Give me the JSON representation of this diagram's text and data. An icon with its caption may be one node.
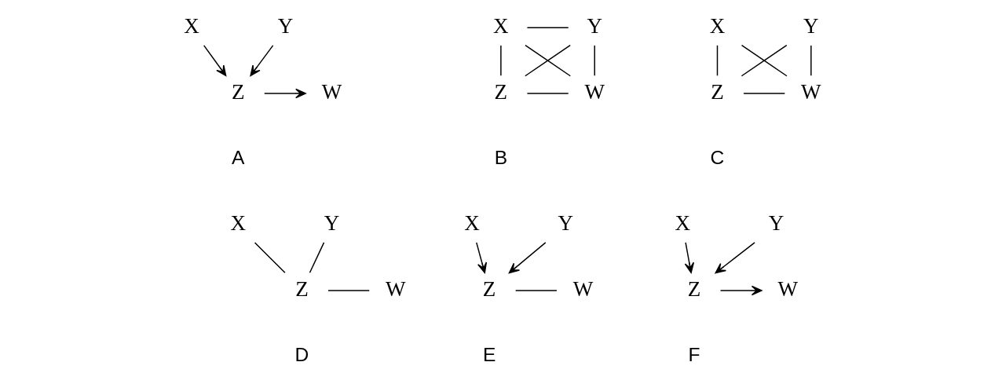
{
  "diagram": {
    "nodes": [
      {
        "text": [
          "X"
        ]
      },
      {
        "text": [
          "Y"
        ]
      },
      {
        "text": [
          "Z"
        ]
      },
      {
        "text": [
          "W"
        ]
      },
      {
        "text": [
          "X"
        ]
      },
      {
        "text": [
          "Y"
        ]
      },
      {
        "text": [
          "Z"
        ]
      },
      {
        "text": [
          "W"
        ]
      },
      {
        "text": [
          "X"
        ]
      },
      {
        "text": [
          "Y"
        ]
      },
      {
        "text": [
          "Z"
        ]
      },
      {
        "text": [
          "W"
        ]
      },
      {
        "text": [
          "X"
        ]
      },
      {
        "text": [
          "Y"
        ]
      },
      {
        "text": [
          "Z"
        ]
      },
      {
        "text": [
          "W"
        ]
      },
      {
        "text": [
          "X"
        ]
      },
      {
        "text": [
          "Y"
        ]
      },
      {
        "text": [
          "Z"
        ]
      },
      {
        "text": [
          "W"
        ]
      },
      {
        "text": [
          "X"
        ]
      },
      {
        "text": [
          "Y"
        ]
      },
      {
        "text": [
          "Z"
        ]
      },
      {
        "text": [
          "W"
        ]
      }
    ],
    "edges": [
      {
        "from": 0,
        "to": 2,
        "arrow": "to"
      },
      {
        "from": 1,
        "to": 2,
        "arrow": "to"
      },
      {
        "from": 2,
        "to": 3,
        "arrow": "to"
      },
      {
        "from": 4,
        "to": 5,
        "arrow": "none"
      },
      {
        "from": 4,
        "to": 6,
        "arrow": "none"
      },
      {
        "from": 4,
        "to": 7,
        "arrow": "none"
      },
      {
        "from": 5,
        "to": 6,
        "arrow": "none"
      },
      {
        "from": 5,
        "to": 7,
        "arrow": "none"
      },
      {
        "from": 6,
        "to": 7,
        "arrow": "none"
      },
      {
        "from": 8,
        "to": 10,
        "arrow": "none"
      },
      {
        "from": 8,
        "to": 11,
        "arrow": "none"
      },
      {
        "from": 9,
        "to": 10,
        "arrow": "none"
      },
      {
        "from": 9,
        "to": 11,
        "arrow": "none"
      },
      {
        "from": 10,
        "to": 11,
        "arrow": "none"
      },
      {
        "from": 12,
        "to": 14,
        "arrow": "none"
      },
      {
        "from": 13,
        "to": 14,
        "arrow": "none"
      },
      {
        "from": 14,
        "to": 15,
        "arrow": "none"
      },
      {
        "from": 16,
        "to": 18,
        "arrow": "to"
      },
      {
        "from": 17,
        "to": 18,
        "arrow": "to"
      },
      {
        "from": 18,
        "to": 19,
        "arrow": "none"
      },
      {
        "from": 20,
        "to": 22,
        "arrow": "to"
      },
      {
        "from": 21,
        "to": 22,
        "arrow": "to"
      },
      {
        "from": 22,
        "to": 23,
        "arrow": "to"
      }
    ],
    "labels": [
      "A",
      "B",
      "C",
      "D",
      "E",
      "F"
    ]
  }
}
